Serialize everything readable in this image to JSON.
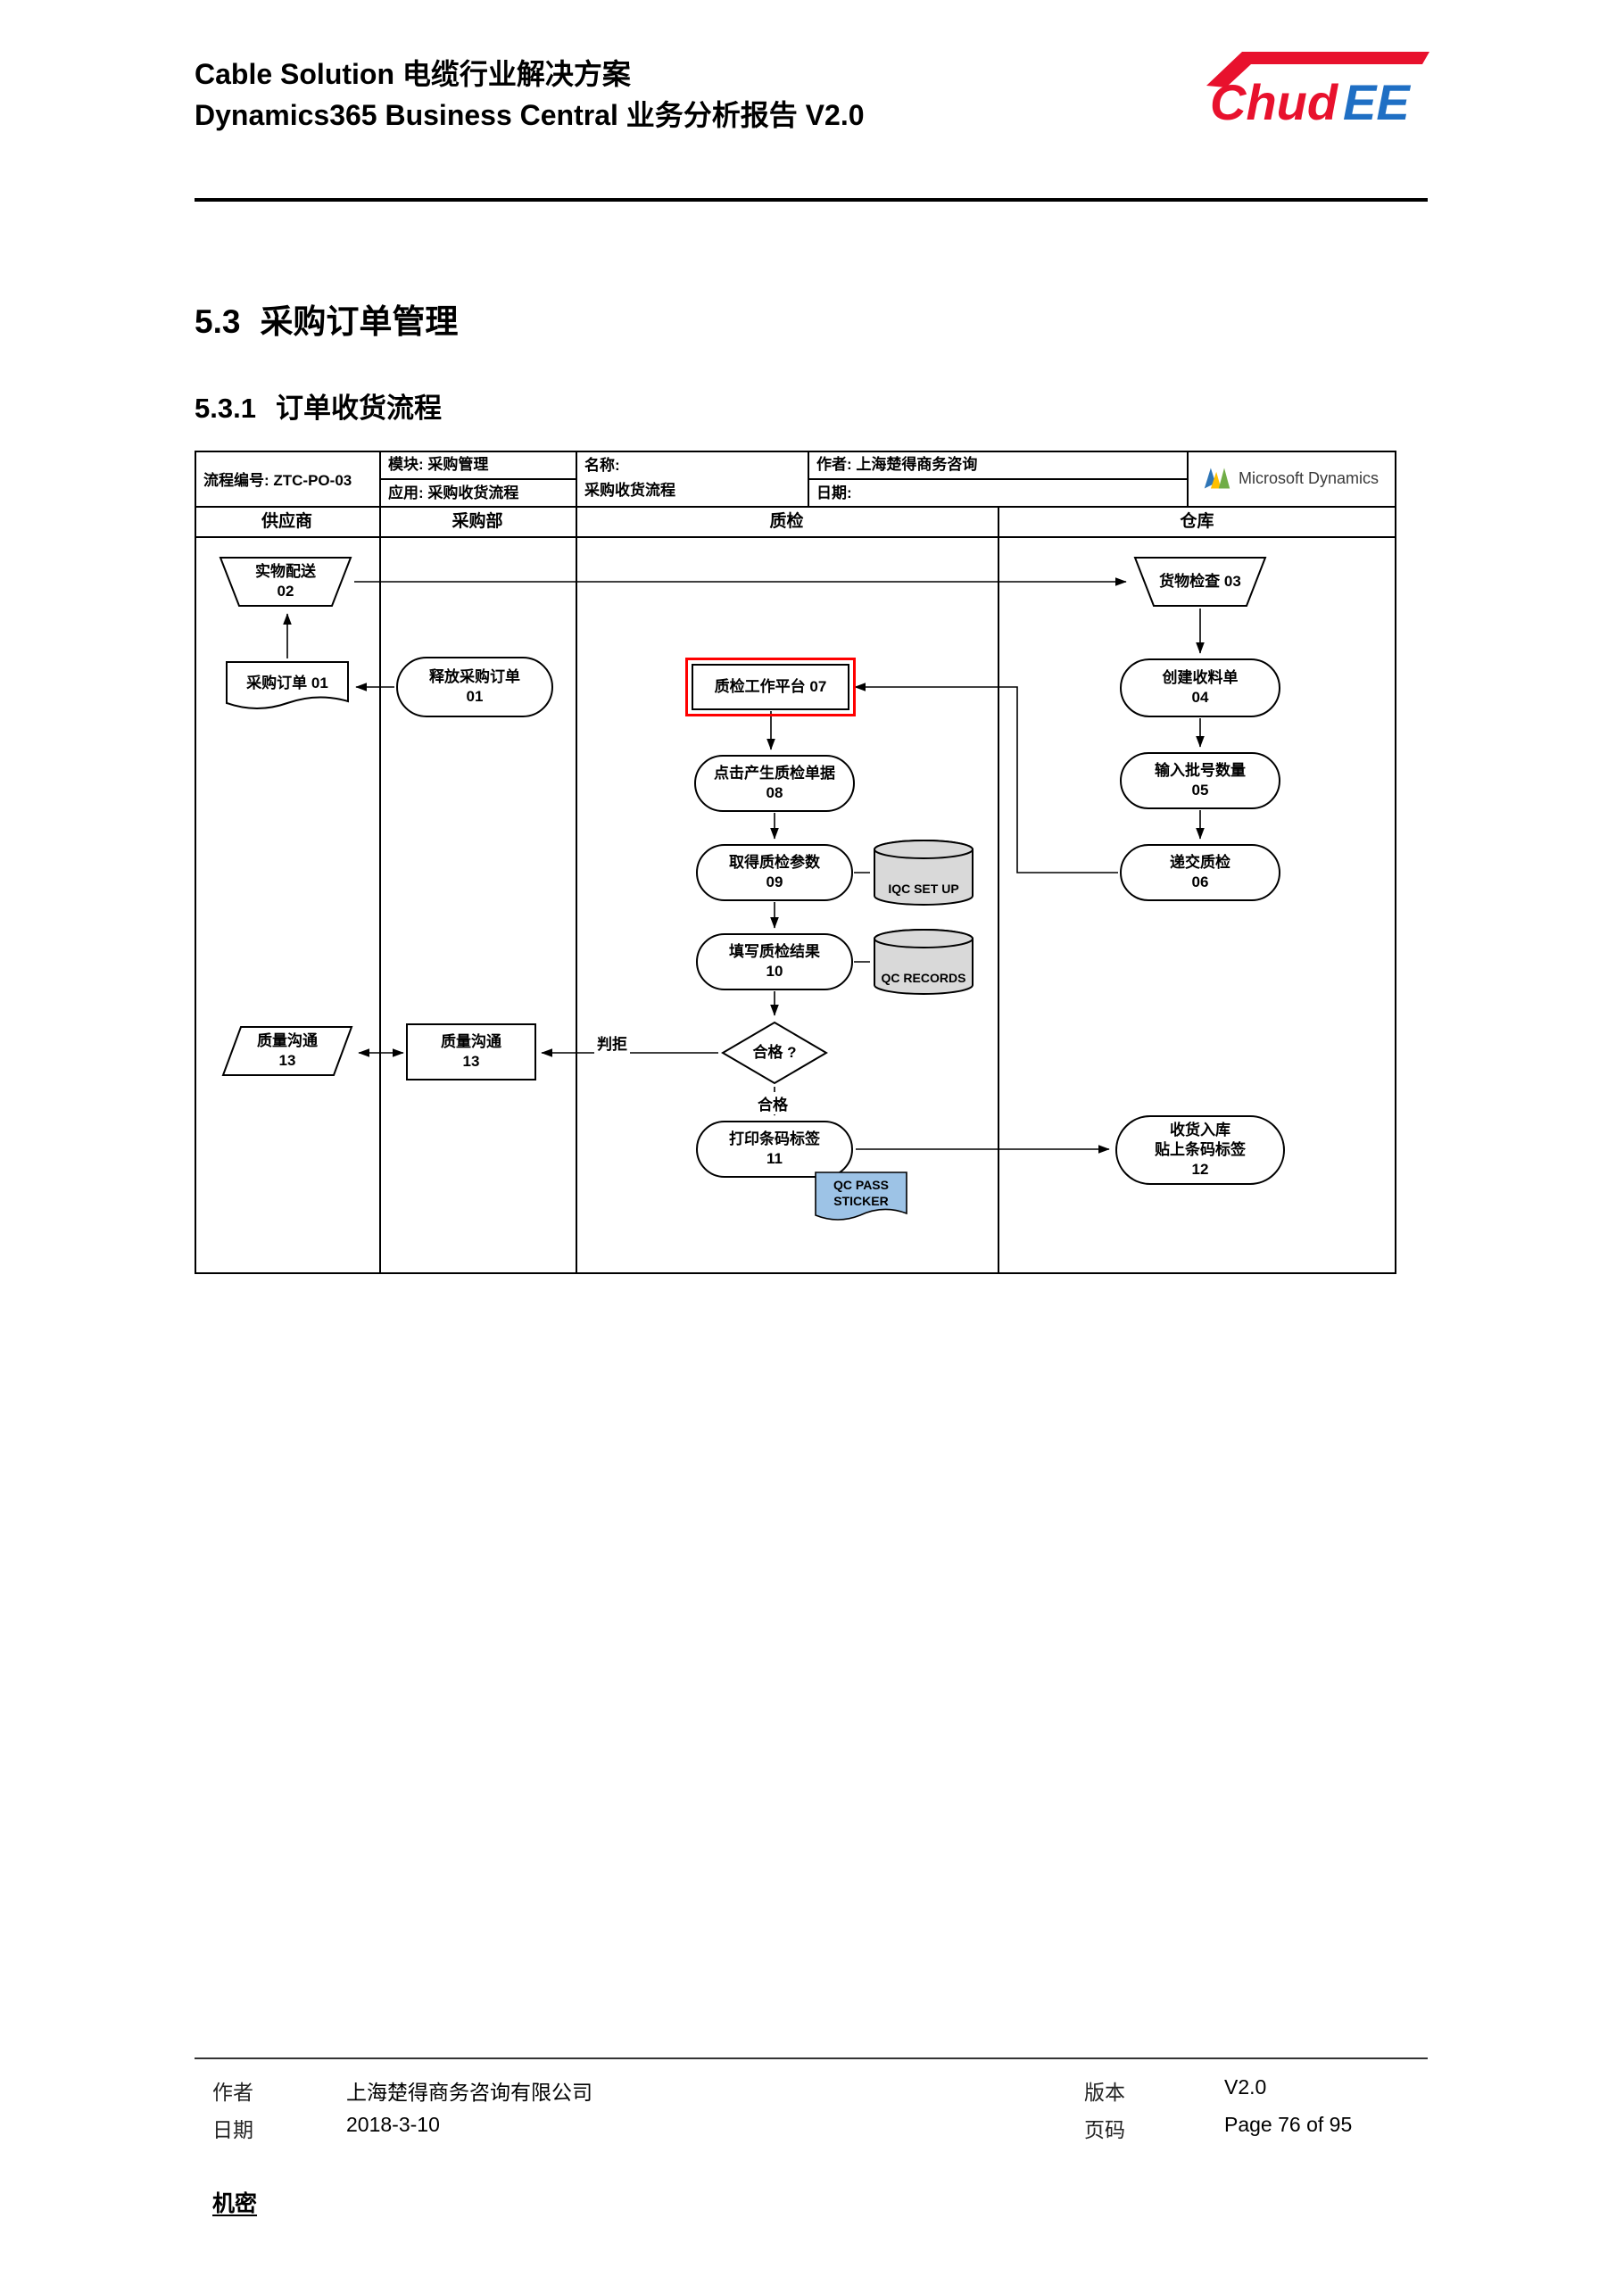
{
  "header": {
    "title_line1": "Cable Solution 电缆行业解决方案",
    "title_line2": "Dynamics365 Business Central 业务分析报告 V2.0",
    "logo": {
      "red_text": "Chud",
      "blue_text": "EE"
    }
  },
  "sections": {
    "h2_num": "5.3",
    "h2_text": "采购订单管理",
    "h3_num": "5.3.1",
    "h3_text": "订单收货流程"
  },
  "flowchart": {
    "meta": {
      "process_no": "流程编号: ZTC-PO-03",
      "module": "模块: 采购管理",
      "application": "应用: 采购收货流程",
      "name_label": "名称:",
      "name_value": "采购收货流程",
      "author": "作者: 上海楚得商务咨询",
      "date_label": "日期:",
      "ms_dynamics": "Microsoft Dynamics"
    },
    "lanes": [
      "供应商",
      "采购部",
      "质检",
      "仓库"
    ],
    "nodes": {
      "delivery": "实物配送\n02",
      "po_doc": "采购订单 01",
      "release_po": "释放采购订单\n01",
      "quality_comm_supplier": "质量沟通\n13",
      "quality_comm_purchase": "质量沟通\n13",
      "qc_platform": "质检工作平台 07",
      "create_inspection": "点击产生质检单据\n08",
      "get_params": "取得质检参数\n09",
      "iqc_setup": "IQC SET UP",
      "fill_results": "填写质检结果\n10",
      "qc_records": "QC RECORDS",
      "decision": "合格 ?",
      "print_label": "打印条码标签\n11",
      "qc_pass_sticker": "QC PASS\nSTICKER",
      "goods_check": "货物检查 03",
      "create_receipt": "创建收料单\n04",
      "enter_lot_qty": "输入批号数量\n05",
      "submit_qc": "递交质检\n06",
      "receive_putaway": "收货入库\n贴上条码标签\n12"
    },
    "edge_labels": {
      "reject": "判拒",
      "pass": "合格"
    }
  },
  "footer": {
    "author_label": "作者",
    "author_value": "上海楚得商务咨询有限公司",
    "date_label": "日期",
    "date_value": "2018-3-10",
    "version_label": "版本",
    "version_value": "V2.0",
    "page_label": "页码",
    "page_value": "Page 76 of 95",
    "confidential": "机密"
  }
}
